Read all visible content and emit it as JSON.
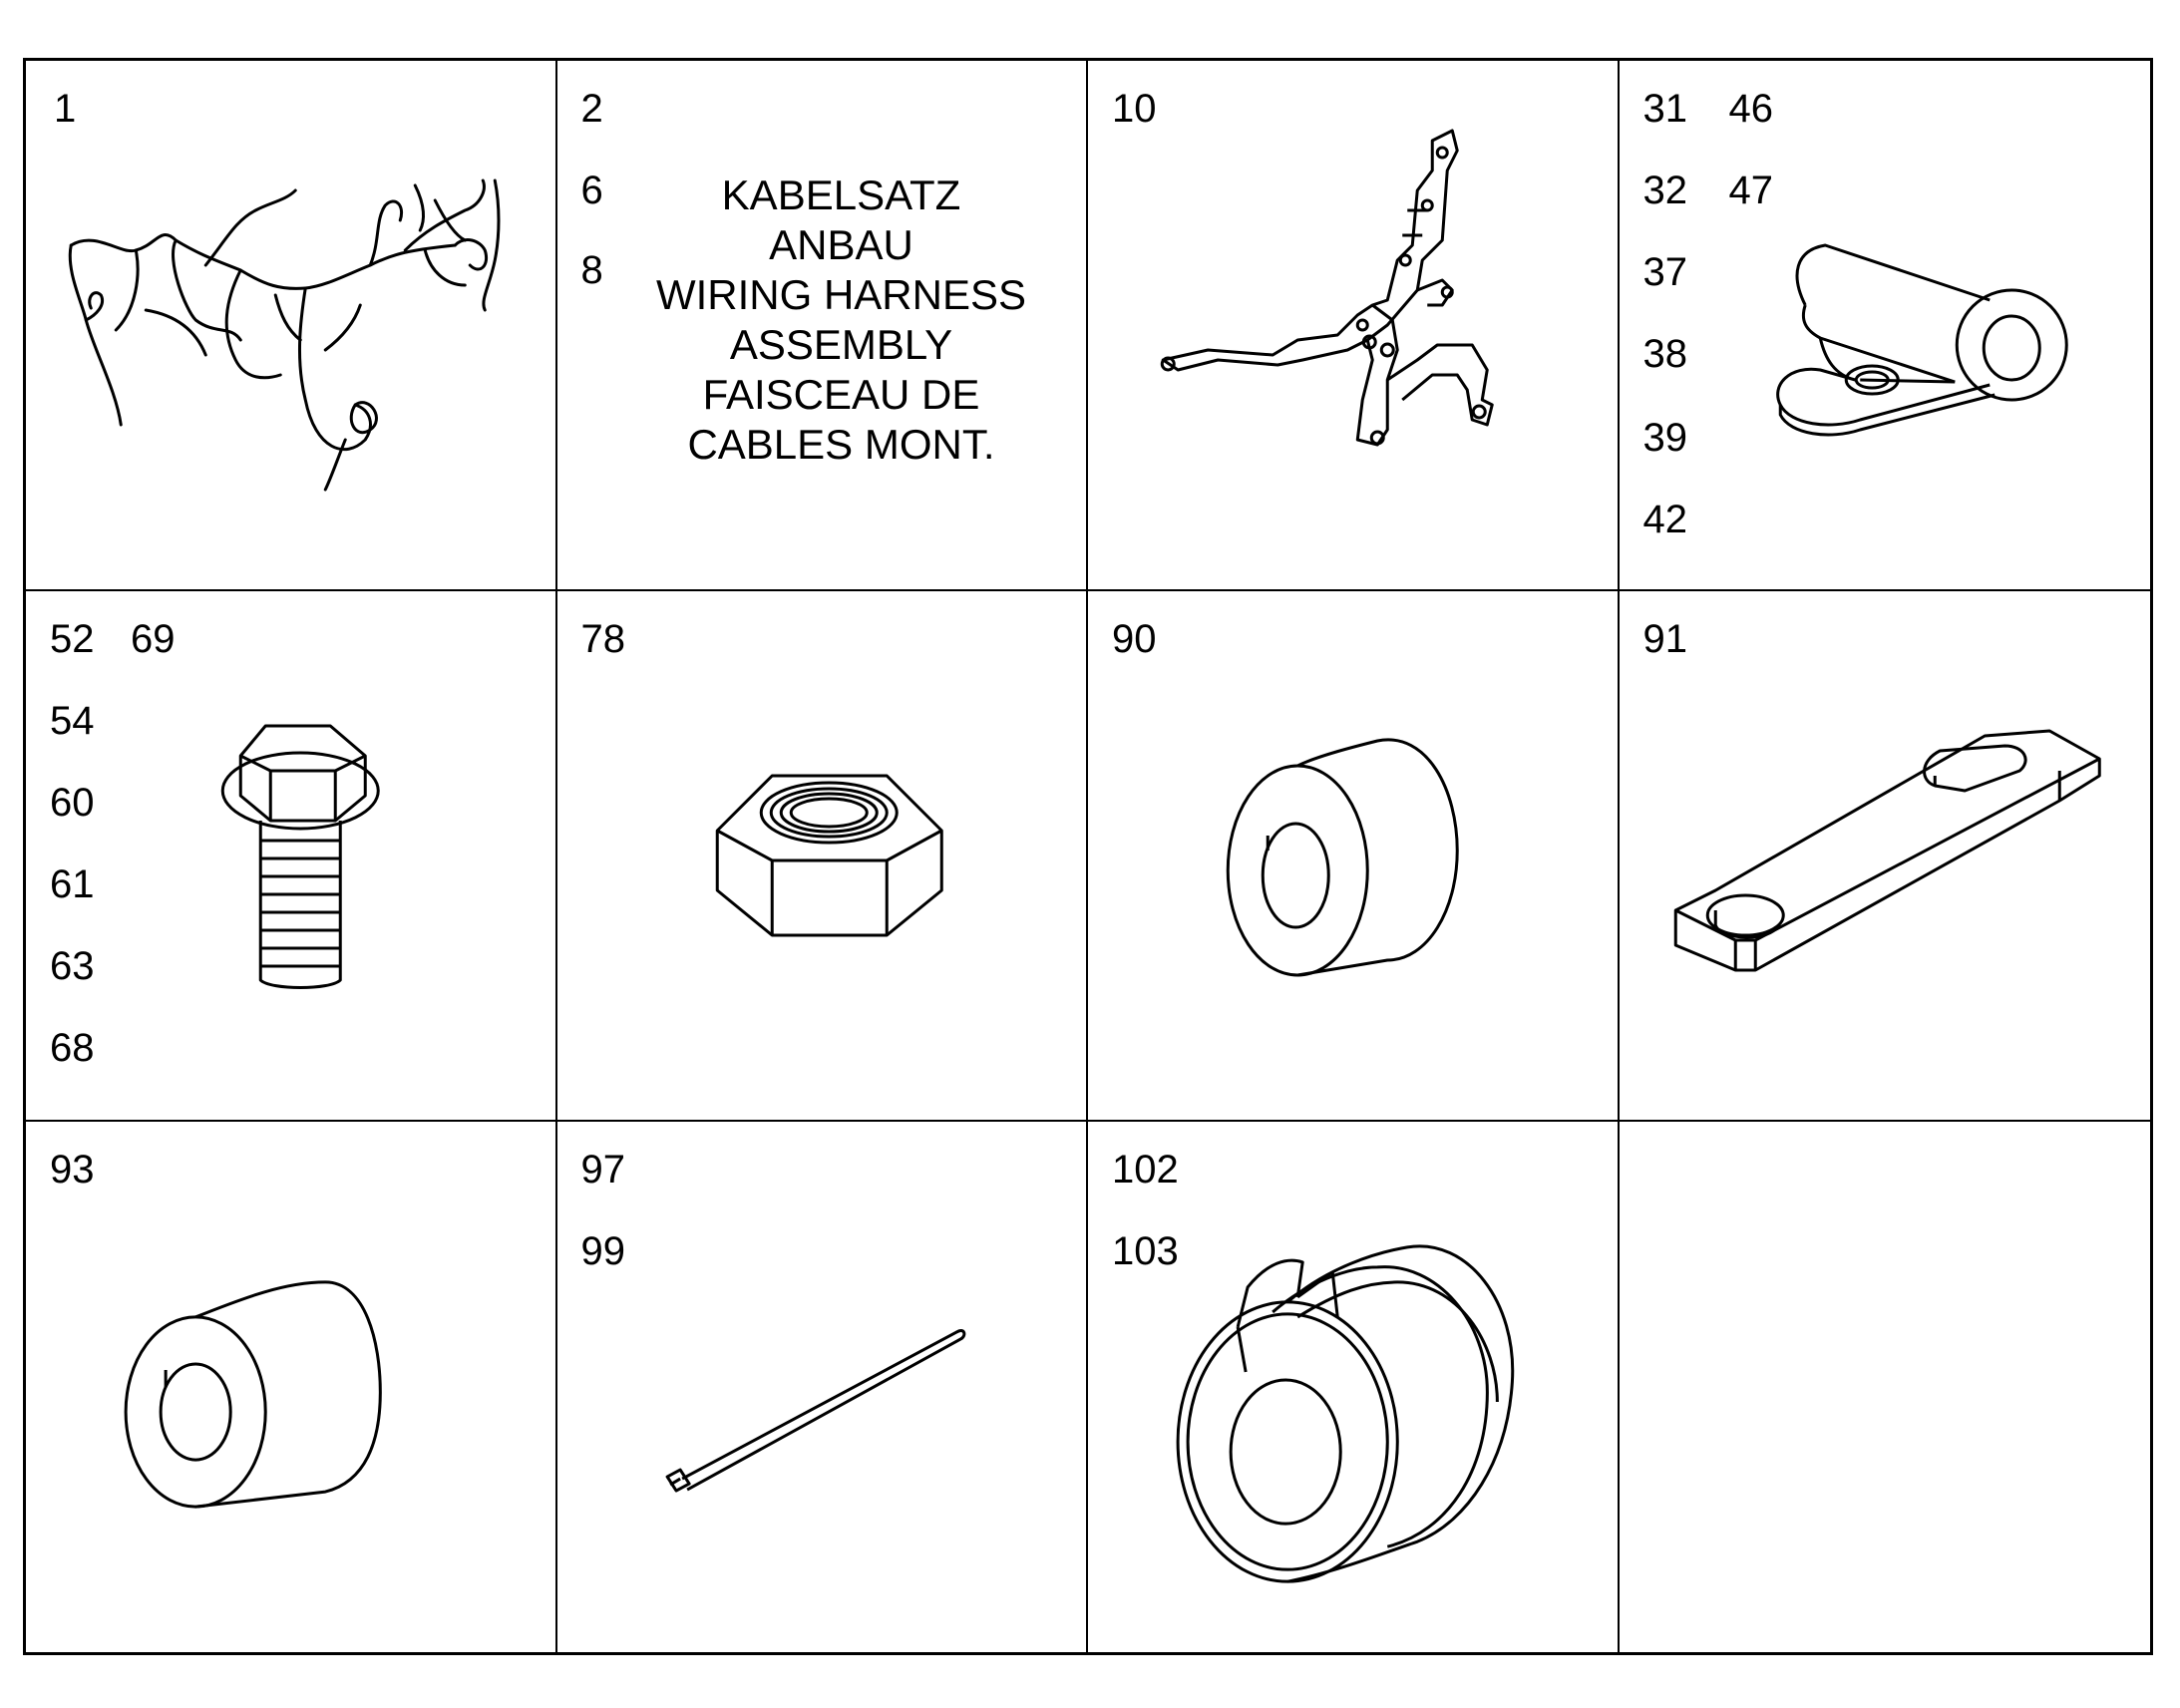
{
  "cells": [
    {
      "id": "cell-1",
      "numbers": [
        "1"
      ],
      "icon": "wiring-harness-icon"
    },
    {
      "id": "cell-2",
      "numbers": [
        "2",
        "6",
        "8"
      ],
      "description": [
        "KABELSATZ",
        "ANBAU",
        "WIRING HARNESS",
        "ASSEMBLY",
        "FAISCEAU DE",
        "CABLES MONT."
      ]
    },
    {
      "id": "cell-10",
      "numbers": [
        "10"
      ],
      "icon": "bracket-icon"
    },
    {
      "id": "cell-31",
      "numbers": [
        "31",
        "46",
        "32",
        "47",
        "37",
        "38",
        "39",
        "42"
      ],
      "icon": "cable-clamp-icon"
    },
    {
      "id": "cell-52",
      "numbers": [
        "52",
        "69",
        "54",
        "60",
        "61",
        "63",
        "68"
      ],
      "icon": "flange-bolt-icon"
    },
    {
      "id": "cell-78",
      "numbers": [
        "78"
      ],
      "icon": "hex-nut-icon"
    },
    {
      "id": "cell-90",
      "numbers": [
        "90"
      ],
      "icon": "spacer-icon"
    },
    {
      "id": "cell-91",
      "numbers": [
        "91"
      ],
      "icon": "slotted-plate-icon"
    },
    {
      "id": "cell-93",
      "numbers": [
        "93"
      ],
      "icon": "spacer-icon"
    },
    {
      "id": "cell-97",
      "numbers": [
        "97",
        "99"
      ],
      "icon": "cable-tie-icon"
    },
    {
      "id": "cell-102",
      "numbers": [
        "102",
        "103"
      ],
      "icon": "grommet-icon"
    },
    {
      "id": "cell-empty",
      "numbers": []
    }
  ]
}
